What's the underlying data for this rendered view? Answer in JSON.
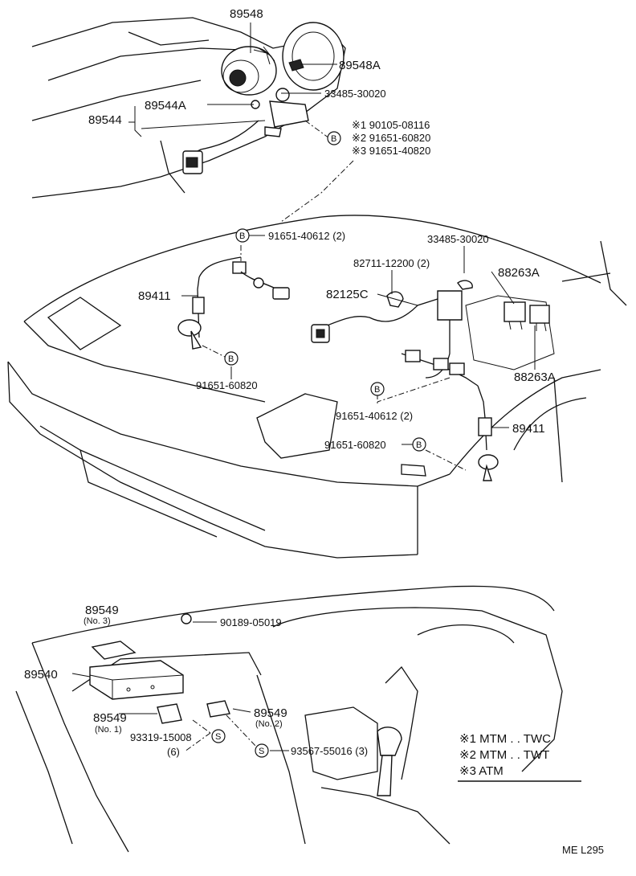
{
  "parts": {
    "p89548": "89548",
    "p89548A": "89548A",
    "p33485_top": "33485-30020",
    "p89544": "89544",
    "p89544A": "89544A",
    "bolt1": "※1 90105-08116",
    "bolt2": "※2 91651-60820",
    "bolt3": "※3 91651-40820",
    "b_top": "91651-40612 (2)",
    "p33485_mid": "33485-30020",
    "p82711": "82711-12200 (2)",
    "p88263A_top": "88263A",
    "p89411_left": "89411",
    "p82125C": "82125C",
    "b_left": "91651-60820",
    "p88263A_right": "88263A",
    "b_center1": "91651-40612 (2)",
    "p89411_right": "89411",
    "b_center2": "91651-60820",
    "p89549_no3": "89549",
    "p89549_no3_sub": "(No. 3)",
    "p90189": "90189-05019",
    "p89540": "89540",
    "p89549_no1": "89549",
    "p89549_no1_sub": "(No. 1)",
    "p89549_no2": "89549",
    "p89549_no2_sub": "(No. 2)",
    "p93319": "93319-15008",
    "p93319_qty": "(6)",
    "p93567": "93567-55016 (3)"
  },
  "markers": {
    "bolt": "B",
    "screw": "S"
  },
  "legend": {
    "line1": "※1 MTM . . TWC",
    "line2": "※2 MTM . . TWT",
    "line3": "※3 ATM"
  },
  "footer": {
    "code": "ME  L295"
  }
}
